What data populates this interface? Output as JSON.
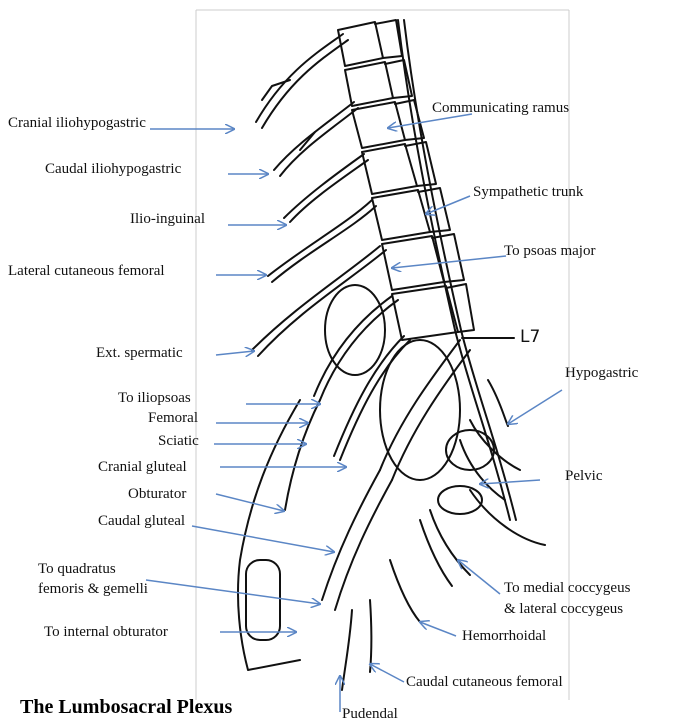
{
  "diagram": {
    "title": "The Lumbosacral Plexus",
    "vertebra_marker": "L7",
    "labels": {
      "cranial_iliohypogastric": "Cranial iliohypogastric",
      "caudal_iliohypogastric": "Caudal iliohypogastric",
      "ilio_inguinal": "Ilio-inguinal",
      "lateral_cutaneous_femoral": "Lateral cutaneous femoral",
      "ext_spermatic": "Ext. spermatic",
      "to_iliopsoas": "To iliopsoas",
      "femoral": "Femoral",
      "sciatic": "Sciatic",
      "cranial_gluteal": "Cranial gluteal",
      "obturator": "Obturator",
      "caudal_gluteal": "Caudal gluteal",
      "to_quadratus_1": "To quadratus",
      "to_quadratus_2": "femoris & gemelli",
      "to_internal_obturator": "To internal obturator",
      "communicating_ramus": "Communicating ramus",
      "sympathetic_trunk": "Sympathetic trunk",
      "to_psoas_major": "To psoas major",
      "hypogastric": "Hypogastric",
      "pelvic": "Pelvic",
      "to_medial_coccygeus": "To medial coccygeus",
      "lateral_coccygeus": "& lateral coccygeus",
      "hemorrhoidal": "Hemorrhoidal",
      "caudal_cutaneous_femoral": "Caudal cutaneous femoral",
      "pudendal": "Pudendal"
    },
    "colors": {
      "arrow": "#5b86c5",
      "drawing": "#111111",
      "frame": "#cccccc"
    }
  }
}
